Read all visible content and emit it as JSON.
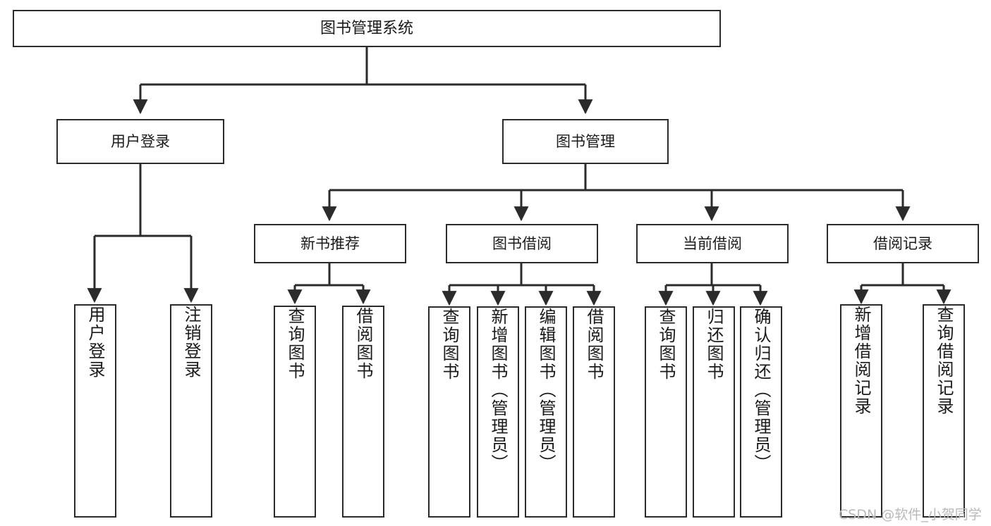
{
  "diagram": {
    "type": "tree-hierarchy-chart",
    "title": "图书管理系统",
    "watermark": "CSDN @软件_小贺同学",
    "colors": {
      "box_border": "#2b2b2b",
      "edge": "#2b2b2b",
      "background": "#ffffff",
      "text": "#1a1a1a",
      "watermark": "#b9b9b9"
    },
    "nodes": {
      "root": {
        "label": "图书管理系统"
      },
      "level2": [
        {
          "id": "user-login",
          "label": "用户登录"
        },
        {
          "id": "book-management",
          "label": "图书管理"
        }
      ],
      "level3": [
        {
          "id": "new-book-recommend",
          "label": "新书推荐"
        },
        {
          "id": "book-borrow",
          "label": "图书借阅"
        },
        {
          "id": "current-borrow",
          "label": "当前借阅"
        },
        {
          "id": "borrow-record",
          "label": "借阅记录"
        }
      ],
      "leaves": {
        "user-login": [
          {
            "id": "leaf-user-login",
            "label": "用户登录"
          },
          {
            "id": "leaf-user-logout",
            "label": "注销登录"
          }
        ],
        "new-book-recommend": [
          {
            "id": "leaf-query-book-1",
            "label": "查询图书"
          },
          {
            "id": "leaf-borrow-book-1",
            "label": "借阅图书"
          }
        ],
        "book-borrow": [
          {
            "id": "leaf-query-book-2",
            "label": "查询图书"
          },
          {
            "id": "leaf-add-book-admin",
            "label": "新增图书（管理员）"
          },
          {
            "id": "leaf-edit-book-admin",
            "label": "编辑图书（管理员）"
          },
          {
            "id": "leaf-borrow-book-2",
            "label": "借阅图书"
          }
        ],
        "current-borrow": [
          {
            "id": "leaf-query-book-3",
            "label": "查询图书"
          },
          {
            "id": "leaf-return-book",
            "label": "归还图书"
          },
          {
            "id": "leaf-confirm-return-admin",
            "label": "确认归还（管理员）"
          }
        ],
        "borrow-record": [
          {
            "id": "leaf-add-borrow-record",
            "label": "新增借阅记录"
          },
          {
            "id": "leaf-query-borrow-record",
            "label": "查询借阅记录"
          }
        ]
      }
    }
  }
}
